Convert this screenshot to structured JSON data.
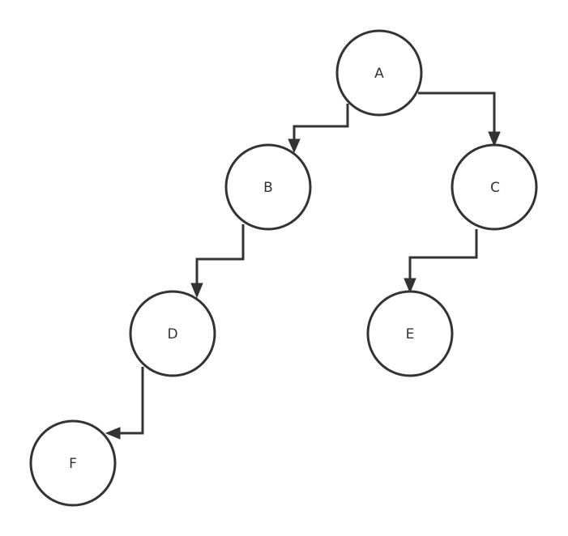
{
  "diagram": {
    "type": "binary-tree",
    "colors": {
      "stroke": "#333333",
      "node_fill": "#ffffff",
      "background": "#ffffff"
    },
    "nodes": [
      {
        "id": "A",
        "label": "A"
      },
      {
        "id": "B",
        "label": "B"
      },
      {
        "id": "C",
        "label": "C"
      },
      {
        "id": "D",
        "label": "D"
      },
      {
        "id": "E",
        "label": "E"
      },
      {
        "id": "F",
        "label": "F"
      }
    ],
    "edges": [
      {
        "from": "A",
        "to": "B"
      },
      {
        "from": "A",
        "to": "C"
      },
      {
        "from": "B",
        "to": "D"
      },
      {
        "from": "C",
        "to": "E"
      },
      {
        "from": "D",
        "to": "F"
      }
    ]
  }
}
